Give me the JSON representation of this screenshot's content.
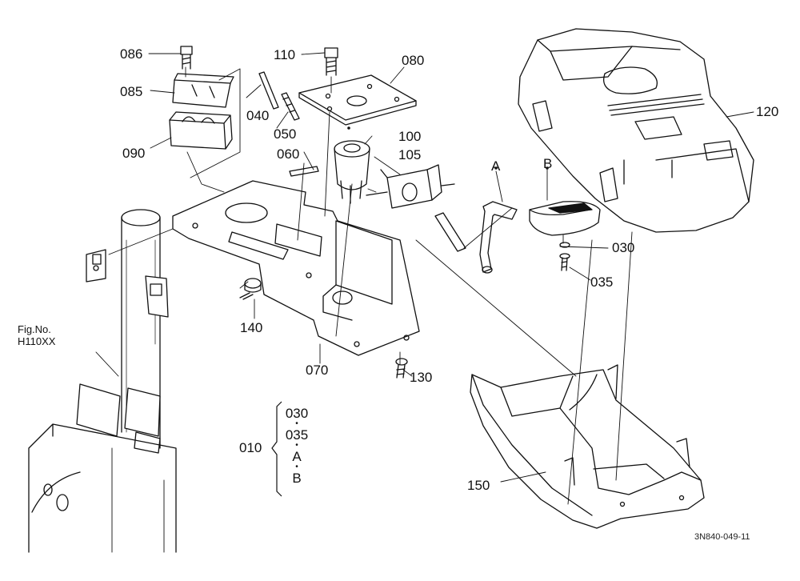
{
  "parts": [
    {
      "id": "p086",
      "label": "086"
    },
    {
      "id": "p085",
      "label": "085"
    },
    {
      "id": "p090",
      "label": "090"
    },
    {
      "id": "p040",
      "label": "040"
    },
    {
      "id": "p050",
      "label": "050"
    },
    {
      "id": "p060",
      "label": "060"
    },
    {
      "id": "p110",
      "label": "110"
    },
    {
      "id": "p080",
      "label": "080"
    },
    {
      "id": "p100",
      "label": "100"
    },
    {
      "id": "p105",
      "label": "105"
    },
    {
      "id": "p120",
      "label": "120"
    },
    {
      "id": "p030",
      "label": "030"
    },
    {
      "id": "p035",
      "label": "035"
    },
    {
      "id": "p140",
      "label": "140"
    },
    {
      "id": "p070",
      "label": "070"
    },
    {
      "id": "p130",
      "label": "130"
    },
    {
      "id": "p150",
      "label": "150"
    },
    {
      "id": "p010",
      "label": "010"
    }
  ],
  "callouts": {
    "a": "A",
    "b": "B"
  },
  "kit": {
    "items": [
      "030",
      "035",
      "A",
      "B"
    ],
    "separator": "•"
  },
  "reference": {
    "line1": "Fig.No.",
    "line2": "H110XX"
  },
  "drawing_code": "3N840-049-11"
}
